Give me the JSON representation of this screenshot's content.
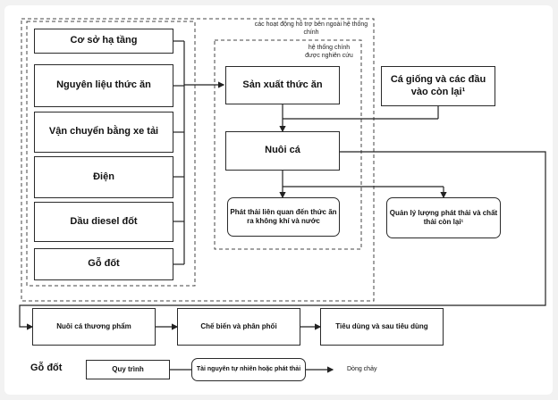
{
  "inputs": {
    "infrastructure": "Cơ sở hạ tầng",
    "feed_materials": "Nguyên liệu thức ăn",
    "truck_transport": "Vận chuyển bằng xe tải",
    "electricity": "Điện",
    "diesel": "Dầu diesel đốt",
    "wood": "Gỗ đốt"
  },
  "outer_boundary_label": "các hoạt động hỗ trợ bên ngoài hệ thống chính",
  "inner_boundary_label": "hệ thống chính được nghiên cứu",
  "main": {
    "feed_production": "Sản xuất thức ăn",
    "fish_farming": "Nuôi cá",
    "feed_emissions": "Phát thải liên quan đến thức ăn ra không khí và nước"
  },
  "side": {
    "fingerlings": "Cá giống và các đầu vào còn lại¹",
    "emission_management": "Quản lý lượng phát thải và chất thải còn lại¹"
  },
  "downstream": {
    "commercial_fish": "Nuôi cá thương phẩm",
    "processing": "Chế biến và phân phối",
    "consumption": "Tiêu dùng và sau tiêu dùng"
  },
  "legend": {
    "title": "Gỗ đốt",
    "process": "Quy trình",
    "resource": "Tài nguyên tự nhiên hoặc phát thải",
    "flow": "Dòng chảy"
  }
}
